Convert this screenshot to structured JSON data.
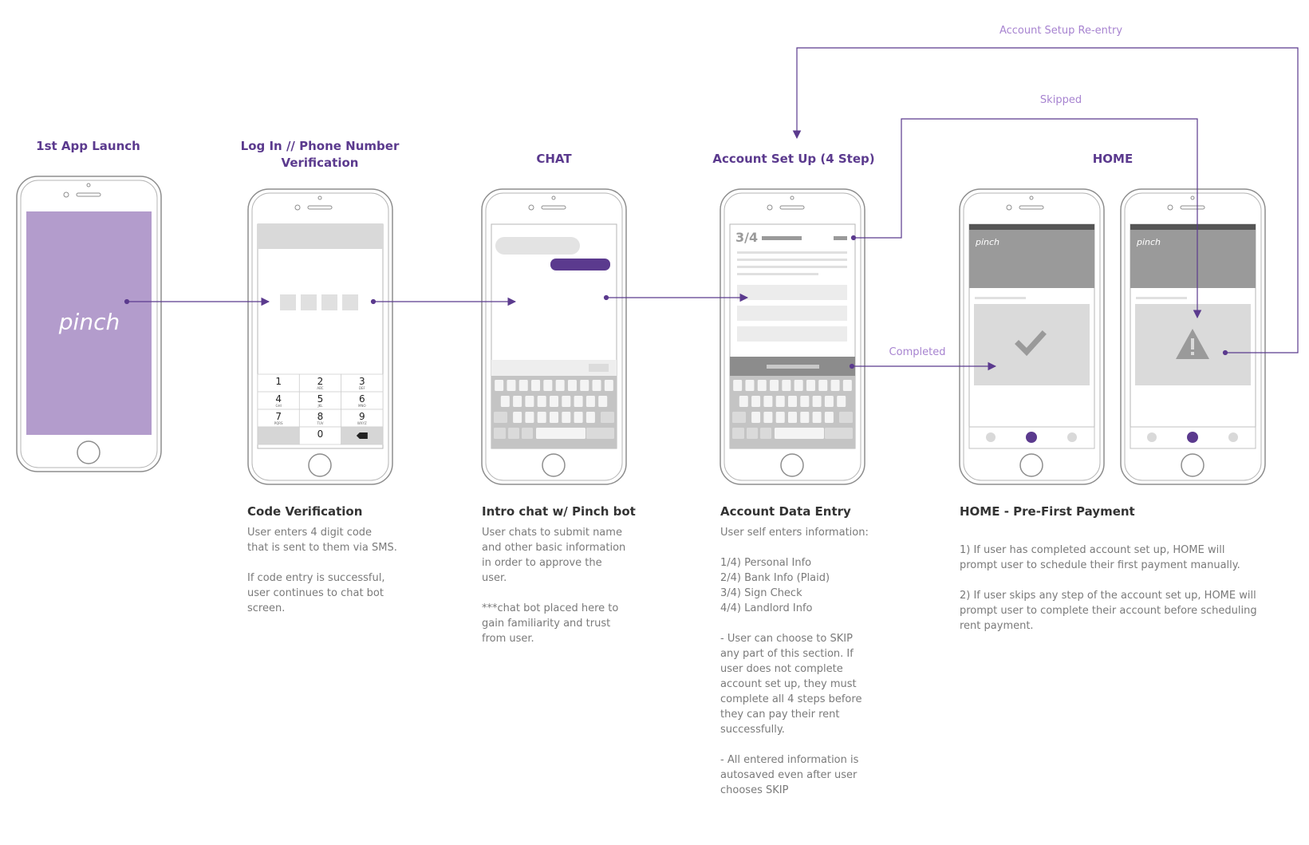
{
  "colors": {
    "accent": "#5b3a8e",
    "splash": "#b39ccc",
    "flow_label": "#a783d0",
    "phone_outline": "#8d8d8d",
    "placeholder": "#d9d9d9",
    "header_gray": "#9a9a9a"
  },
  "screens": {
    "launch": {
      "title": "1st App Launch",
      "logo": "pinch"
    },
    "login": {
      "title_line1": "Log In // Phone Number",
      "title_line2": "Verification",
      "keypad": [
        {
          "digit": "1",
          "letters": ""
        },
        {
          "digit": "2",
          "letters": "ABC"
        },
        {
          "digit": "3",
          "letters": "DEF"
        },
        {
          "digit": "4",
          "letters": "GHI"
        },
        {
          "digit": "5",
          "letters": "JKL"
        },
        {
          "digit": "6",
          "letters": "MNO"
        },
        {
          "digit": "7",
          "letters": "PQRS"
        },
        {
          "digit": "8",
          "letters": "TUV"
        },
        {
          "digit": "9",
          "letters": "WXYZ"
        },
        {
          "digit": "",
          "letters": ""
        },
        {
          "digit": "0",
          "letters": ""
        },
        {
          "digit": "",
          "letters": ""
        }
      ],
      "backspace_icon": "backspace-icon"
    },
    "chat": {
      "title": "CHAT"
    },
    "account": {
      "title": "Account Set Up (4 Step)",
      "step": "3/4"
    },
    "home": {
      "title": "HOME",
      "logo_a": "pinch",
      "logo_b": "pinch",
      "check_icon": "checkmark-icon",
      "warning_icon": "warning-icon"
    }
  },
  "flow_labels": {
    "reentry": "Account Setup Re-entry",
    "skipped": "Skipped",
    "completed": "Completed"
  },
  "descriptions": {
    "code": {
      "heading": "Code Verification",
      "body": "User enters 4 digit code\nthat is sent to them via SMS.\n\nIf code entry is successful,\nuser continues to chat bot\nscreen."
    },
    "intro": {
      "heading": "Intro chat w/ Pinch bot",
      "body": "User chats to submit name\nand other basic information\nin order to approve the\nuser.\n\n***chat bot placed here to\ngain familiarity and trust\nfrom user."
    },
    "account": {
      "heading": "Account Data Entry",
      "body": "User self enters information:\n\n1/4) Personal Info\n2/4) Bank Info (Plaid)\n3/4) Sign Check\n4/4) Landlord Info\n\n- User can choose to SKIP\nany part of this section. If\nuser does not complete\naccount set up, they must\ncomplete all 4 steps before\nthey can pay their rent\nsuccessfully.\n\n- All entered information is\nautosaved even after user\nchooses SKIP"
    },
    "home": {
      "heading": "HOME - Pre-First Payment",
      "body": "1) If user has completed account set up, HOME will\nprompt user to schedule their first payment manually.\n\n2) If user skips any step of the account set up, HOME will\nprompt user to complete their account before scheduling\nrent payment."
    }
  }
}
